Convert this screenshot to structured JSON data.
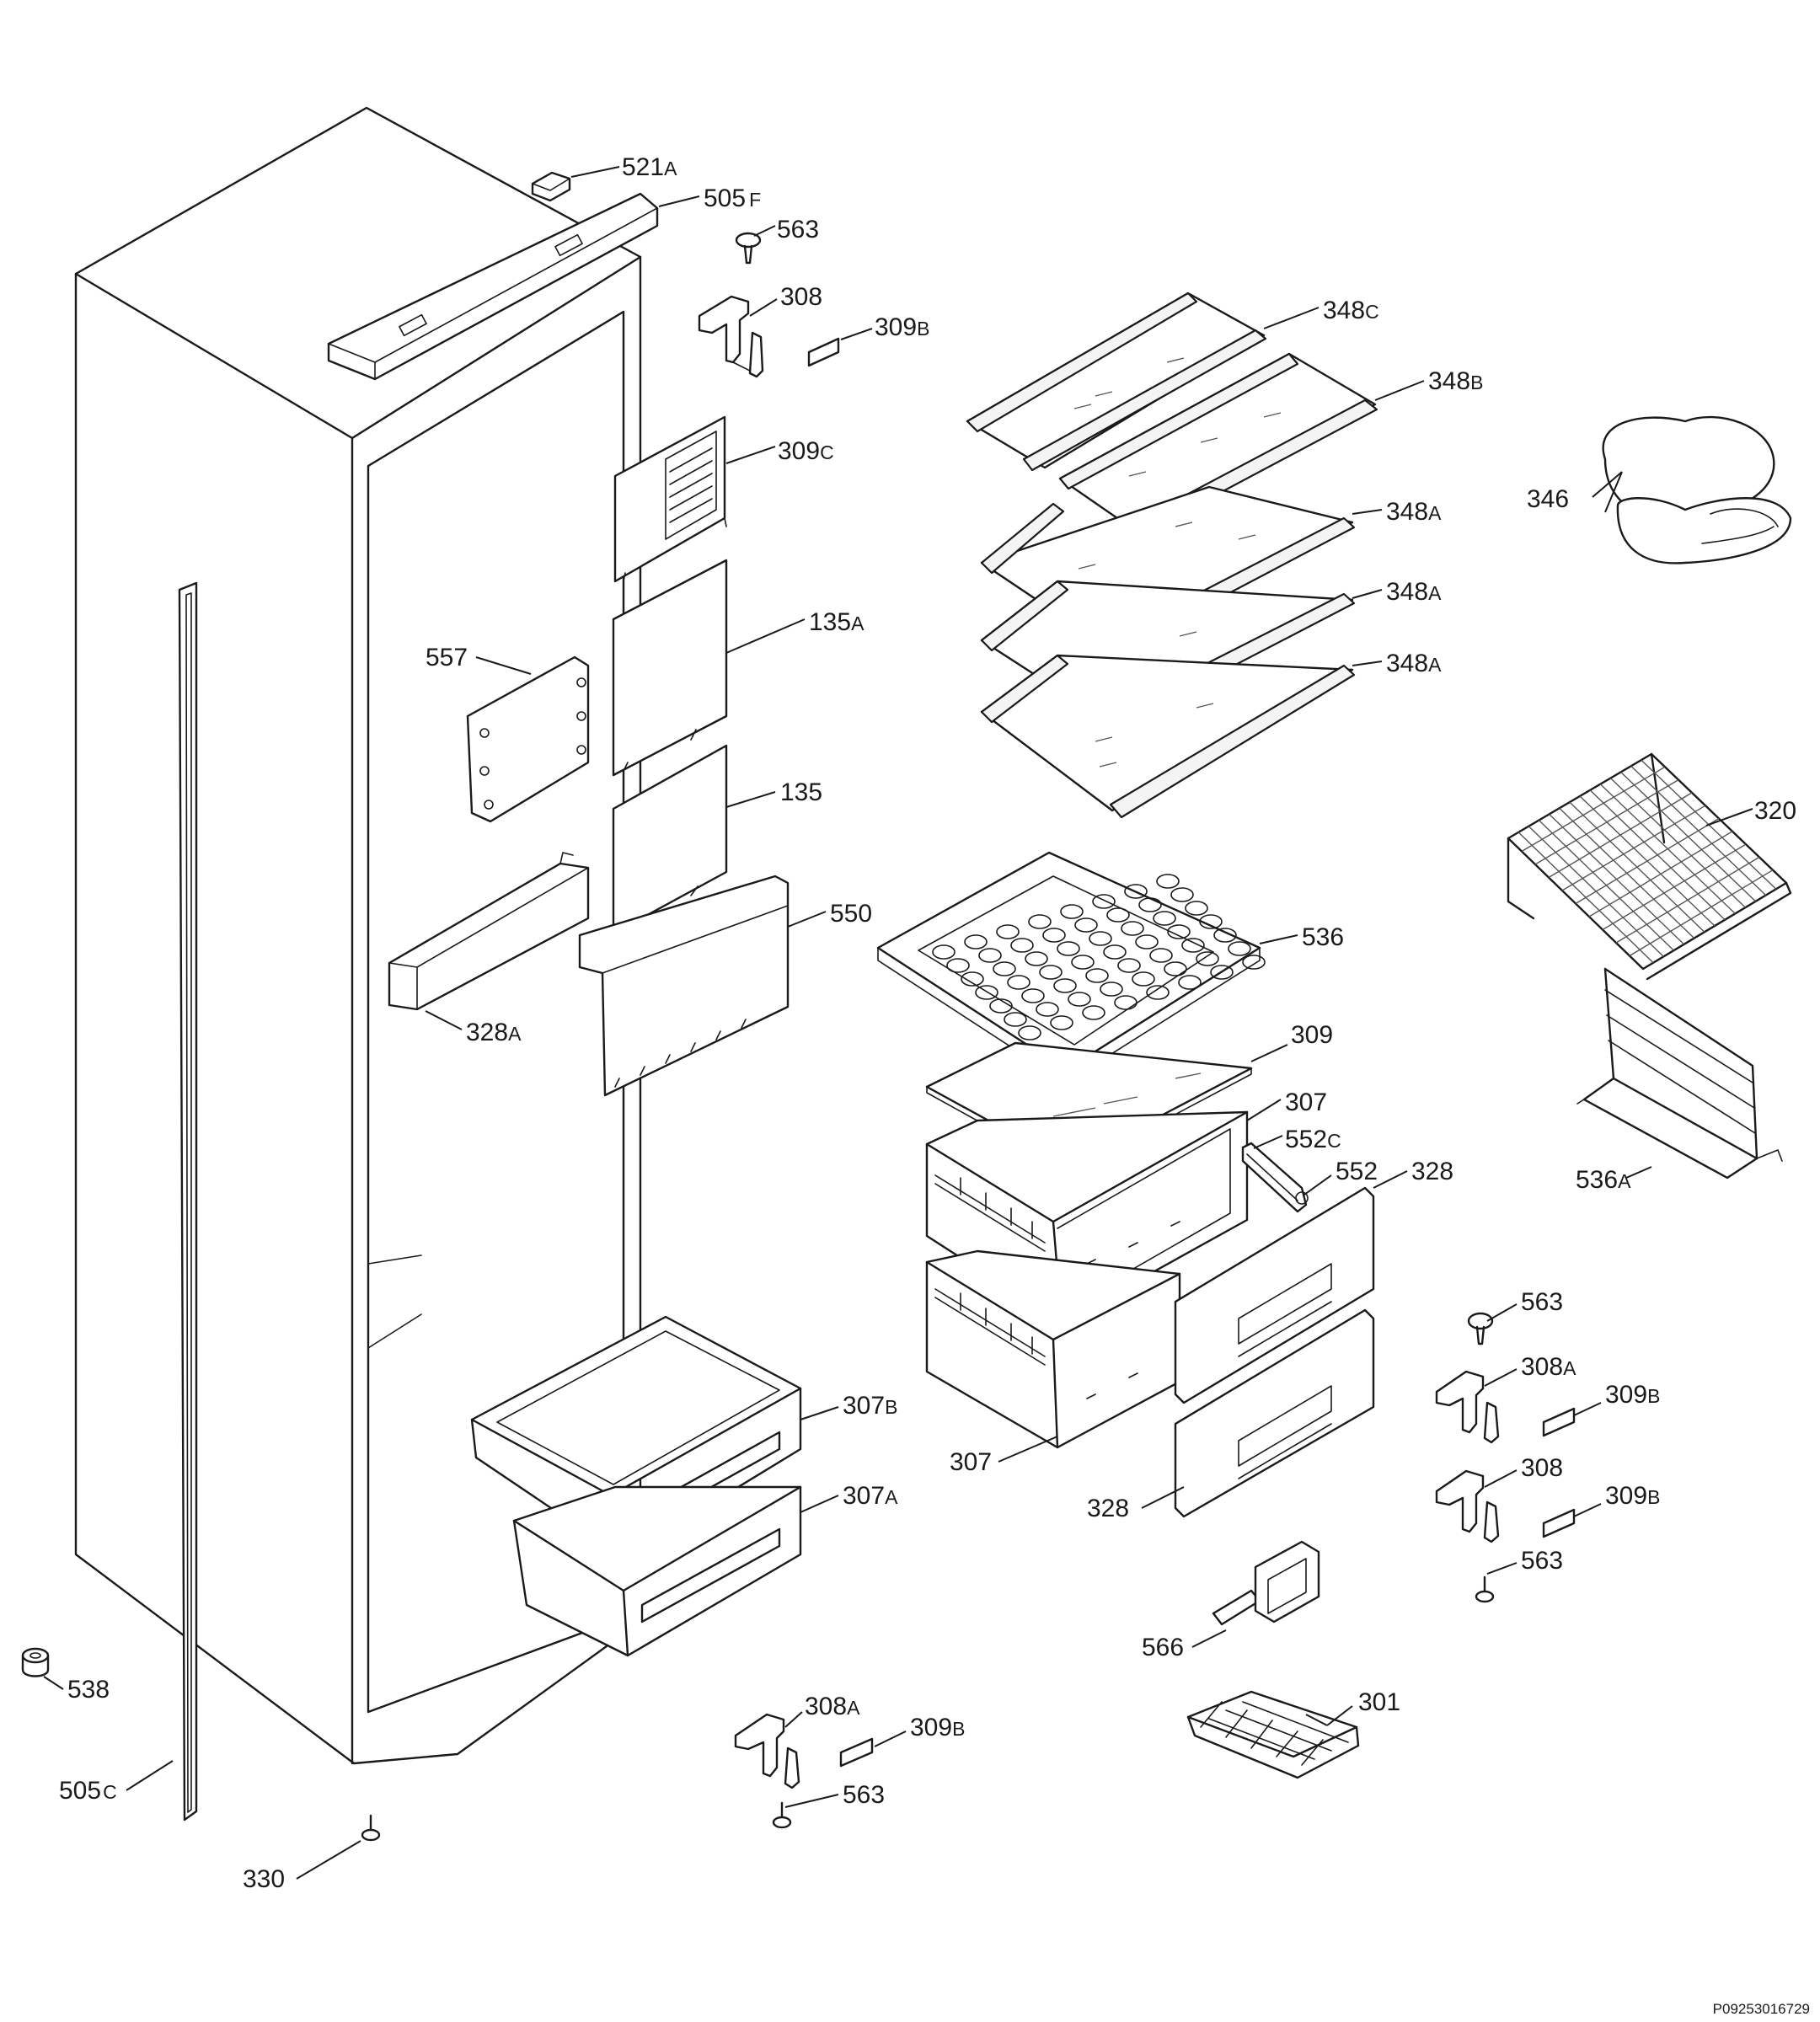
{
  "labels": [
    {
      "id": "521a",
      "num": "521",
      "sfx": "A"
    },
    {
      "id": "505f",
      "num": "505",
      "sfx": "F"
    },
    {
      "id": "563-a",
      "num": "563",
      "sfx": ""
    },
    {
      "id": "308-a",
      "num": "308",
      "sfx": ""
    },
    {
      "id": "309b-a",
      "num": "309",
      "sfx": "B"
    },
    {
      "id": "348c",
      "num": "348",
      "sfx": "C"
    },
    {
      "id": "348b",
      "num": "348",
      "sfx": "B"
    },
    {
      "id": "346",
      "num": "346",
      "sfx": ""
    },
    {
      "id": "309c",
      "num": "309",
      "sfx": "C"
    },
    {
      "id": "348a-1",
      "num": "348",
      "sfx": "A"
    },
    {
      "id": "348a-2",
      "num": "348",
      "sfx": "A"
    },
    {
      "id": "135a",
      "num": "135",
      "sfx": "A"
    },
    {
      "id": "557",
      "num": "557",
      "sfx": ""
    },
    {
      "id": "348a-3",
      "num": "348",
      "sfx": "A"
    },
    {
      "id": "135",
      "num": "135",
      "sfx": ""
    },
    {
      "id": "320",
      "num": "320",
      "sfx": ""
    },
    {
      "id": "550",
      "num": "550",
      "sfx": ""
    },
    {
      "id": "536",
      "num": "536",
      "sfx": ""
    },
    {
      "id": "328a",
      "num": "328",
      "sfx": "A"
    },
    {
      "id": "309",
      "num": "309",
      "sfx": ""
    },
    {
      "id": "307-top",
      "num": "307",
      "sfx": ""
    },
    {
      "id": "552c",
      "num": "552",
      "sfx": "C"
    },
    {
      "id": "552",
      "num": "552",
      "sfx": ""
    },
    {
      "id": "328-top",
      "num": "328",
      "sfx": ""
    },
    {
      "id": "536a",
      "num": "536",
      "sfx": "A"
    },
    {
      "id": "563-b",
      "num": "563",
      "sfx": ""
    },
    {
      "id": "308a-b",
      "num": "308",
      "sfx": "A"
    },
    {
      "id": "309b-b",
      "num": "309",
      "sfx": "B"
    },
    {
      "id": "307b",
      "num": "307",
      "sfx": "B"
    },
    {
      "id": "308-b",
      "num": "308",
      "sfx": ""
    },
    {
      "id": "307-bot",
      "num": "307",
      "sfx": ""
    },
    {
      "id": "309b-c",
      "num": "309",
      "sfx": "B"
    },
    {
      "id": "307a",
      "num": "307",
      "sfx": "A"
    },
    {
      "id": "328-bot",
      "num": "328",
      "sfx": ""
    },
    {
      "id": "563-c",
      "num": "563",
      "sfx": ""
    },
    {
      "id": "566",
      "num": "566",
      "sfx": ""
    },
    {
      "id": "538",
      "num": "538",
      "sfx": ""
    },
    {
      "id": "308a-c",
      "num": "308",
      "sfx": "A"
    },
    {
      "id": "301",
      "num": "301",
      "sfx": ""
    },
    {
      "id": "309b-d",
      "num": "309",
      "sfx": "B"
    },
    {
      "id": "505c",
      "num": "505",
      "sfx": "C"
    },
    {
      "id": "563-d",
      "num": "563",
      "sfx": ""
    },
    {
      "id": "330",
      "num": "330",
      "sfx": ""
    }
  ],
  "reference_code": "P09253016729",
  "colors": {
    "line": "#1a1a1a",
    "background": "#ffffff"
  }
}
